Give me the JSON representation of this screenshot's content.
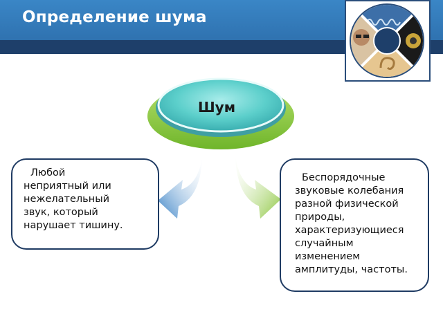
{
  "header": {
    "title": "Определение шума"
  },
  "logo": {
    "icon": "noise-collage-logo"
  },
  "central_node": {
    "label": "Шум",
    "color": "#55c8c4",
    "base_color": "#8ccf3c"
  },
  "left_box": {
    "lines": [
      "Любой",
      "неприятный или",
      "нежелательный",
      "звук, который",
      "нарушает тишину."
    ]
  },
  "right_box": {
    "lines": [
      "Беспорядочные",
      "звуковые колебания",
      "разной физической",
      "природы,",
      "характеризующиеся",
      "случайным",
      "изменением",
      "амплитуды, частоты."
    ]
  },
  "colors": {
    "header": "#3a86c6",
    "header_strip": "#1e3f6a",
    "box_border": "#1f3b63",
    "arrow_left": "#3b83c6",
    "arrow_right": "#8cc63e"
  }
}
